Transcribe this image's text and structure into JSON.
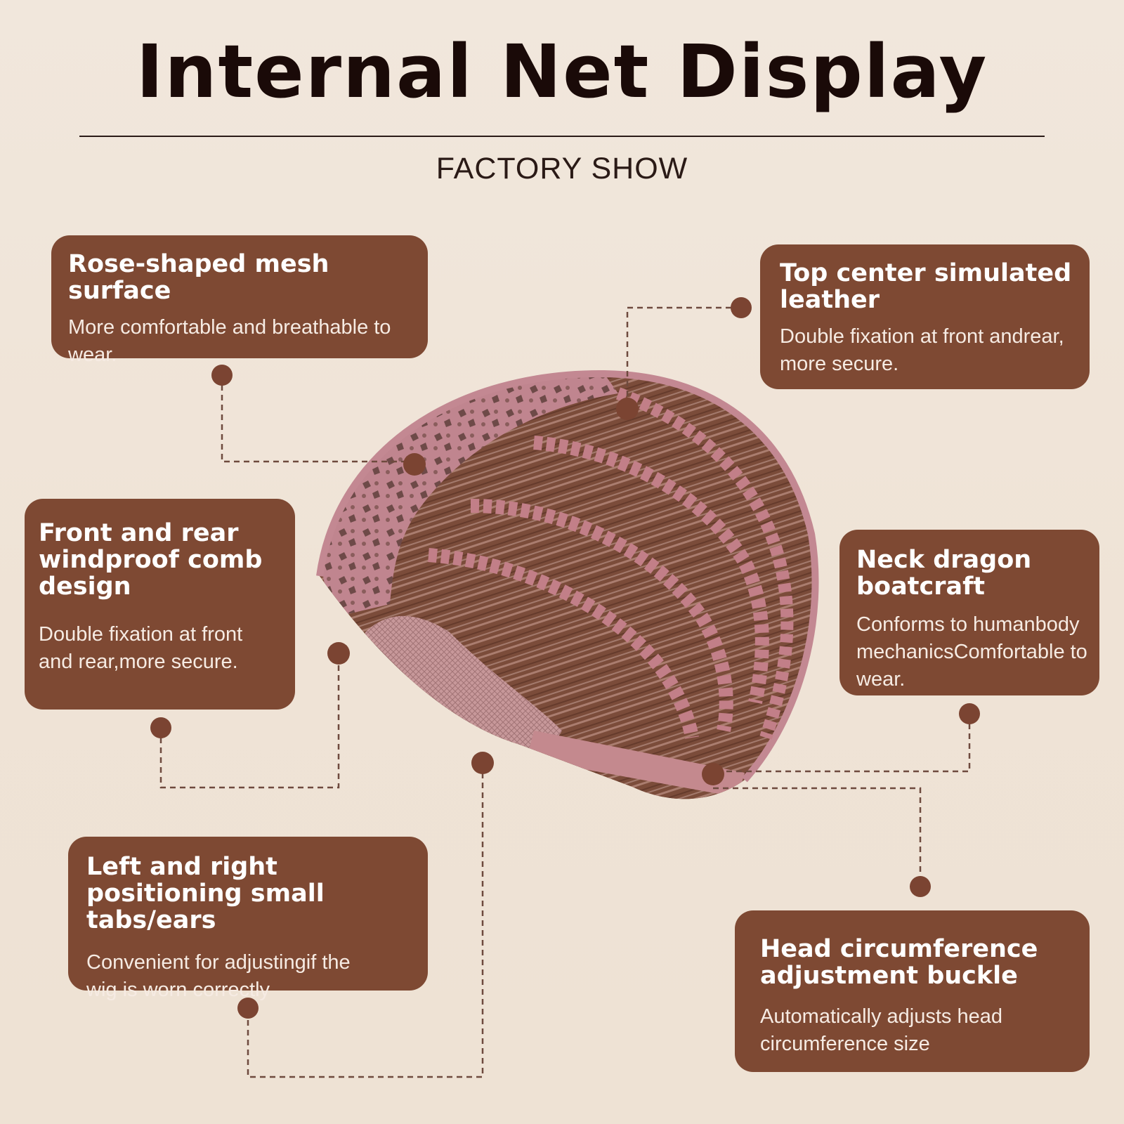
{
  "header": {
    "title": "Internal Net Display",
    "subtitle": "FACTORY SHOW"
  },
  "colors": {
    "card_bg": "#7e4933",
    "title_text": "#1a0a08",
    "background": "#f1e7dc",
    "dot": "#7b4432",
    "cap_lace": "#c48a94",
    "hair": "#7d4f3e"
  },
  "callouts": {
    "rose": {
      "title": "Rose-shaped mesh surface",
      "desc": "More comfortable and breathable to wear."
    },
    "leather": {
      "title": "Top center simulated leather",
      "desc": "Double fixation at front andrear, more secure."
    },
    "comb": {
      "title": "Front and rear windproof comb design",
      "desc": "Double fixation at front and rear,more secure."
    },
    "neck": {
      "title": "Neck dragon boatcraft",
      "desc": "Conforms to humanbody mechanicsComfortable to wear."
    },
    "tabs": {
      "title": "Left and right positioning small tabs/ears",
      "desc": "Convenient for adjustingif the wig is worn correctly"
    },
    "buckle": {
      "title": "Head circumference adjustment buckle",
      "desc": "Automatically adjusts head circumference size"
    }
  }
}
